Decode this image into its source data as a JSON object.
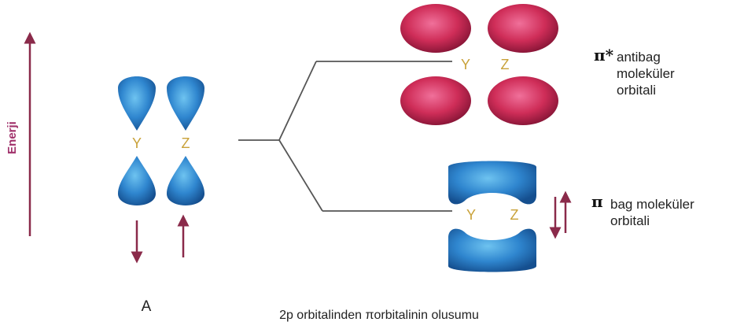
{
  "axis": {
    "label": "Enerji"
  },
  "atomic": {
    "label_y": "Y",
    "label_z": "Z",
    "bottom_label": "A",
    "spin_left": "down",
    "spin_right": "up"
  },
  "antibonding": {
    "label_y": "Y",
    "label_z": "Z",
    "symbol": "π*",
    "text_lines": [
      "antibag",
      "moleküler",
      "orbitali"
    ]
  },
  "bonding": {
    "label_y": "Y",
    "label_z": "Z",
    "symbol": "π",
    "text_lines": [
      "bag moleküler",
      "orbitali"
    ],
    "spins": [
      "down",
      "up"
    ]
  },
  "caption": "2p orbitalinden πorbitalinin olusumu",
  "colors": {
    "lobe_blue": "#2f7fc8",
    "lobe_red": "#cc2a55",
    "arrow": "#8a2a4a",
    "label_gold": "#c9a23a",
    "line": "#555555"
  }
}
